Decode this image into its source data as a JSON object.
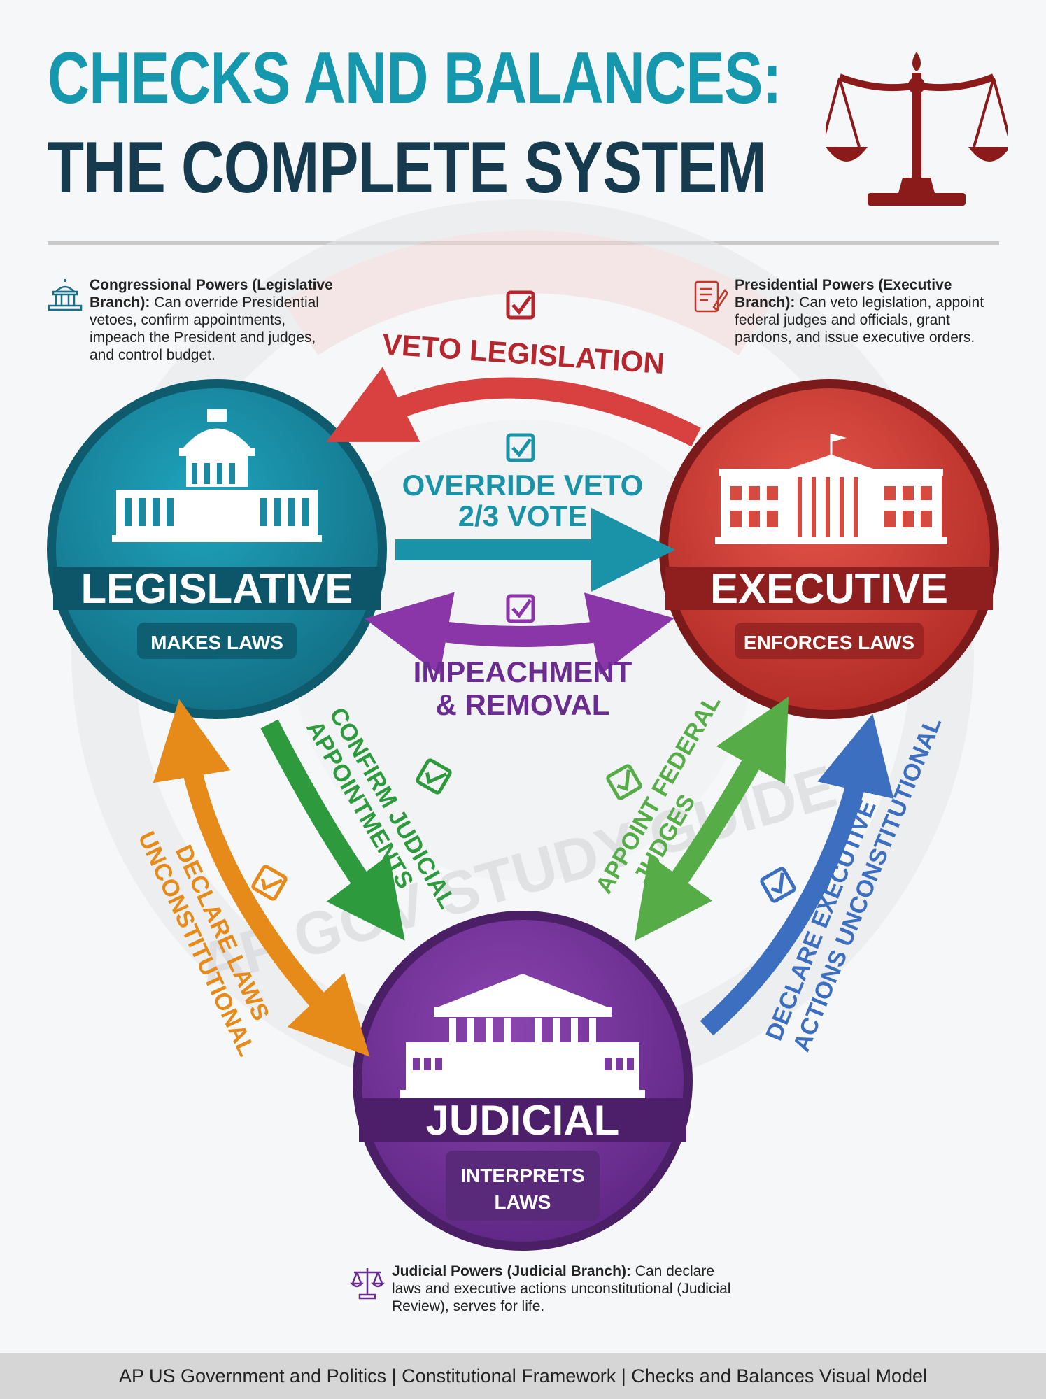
{
  "header": {
    "title_line1": "CHECKS AND BALANCES:",
    "title_line2": "THE COMPLETE SYSTEM",
    "icon": "scales-of-justice-icon"
  },
  "colors": {
    "legislative": "#157f96",
    "executive": "#c0392b",
    "judicial": "#6a2c8e",
    "title_teal": "#1597ad",
    "title_navy": "#163a4e"
  },
  "powers": {
    "legislative": {
      "heading": "Congressional Powers (Legislative Branch):",
      "text": "Can override Presidential vetoes, confirm appointments, impeach the President and judges, and control budget.",
      "icon": "capitol-icon"
    },
    "executive": {
      "heading": "Presidential Powers (Executive Branch):",
      "text": "Can veto legislation, appoint federal judges and officials, grant pardons, and issue executive orders.",
      "icon": "document-pen-icon"
    },
    "judicial": {
      "heading": "Judicial Powers (Judicial Branch):",
      "text": "Can declare laws and executive actions unconstitutional (Judicial Review), serves for life.",
      "icon": "scales-icon"
    }
  },
  "branches": {
    "legislative": {
      "name": "LEGISLATIVE",
      "role": "MAKES LAWS"
    },
    "executive": {
      "name": "EXECUTIVE",
      "role": "ENFORCES LAWS"
    },
    "judicial": {
      "name": "JUDICIAL",
      "role_line1": "INTERPRETS",
      "role_line2": "LAWS"
    }
  },
  "checks": {
    "veto": "VETO LEGISLATION",
    "override_line1": "OVERRIDE VETO",
    "override_line2": "2/3 VOTE",
    "impeach_line1": "IMPEACHMENT",
    "impeach_line2": "& REMOVAL",
    "confirm_line1": "CONFIRM JUDICIAL",
    "confirm_line2": "APPOINTMENTS",
    "appoint_line1": "APPOINT FEDERAL",
    "appoint_line2": "JUDGES",
    "declare_laws_line1": "DECLARE LAWS",
    "declare_laws_line2": "UNCONSTITUTIONAL",
    "declare_exec_line1": "DECLARE EXECUTIVE",
    "declare_exec_line2": "ACTIONS UNCONSTITUTIONAL"
  },
  "watermark": "AP GOV STUDY GUIDE",
  "footer": "AP US Government and Politics | Constitutional Framework | Checks and Balances Visual Model"
}
